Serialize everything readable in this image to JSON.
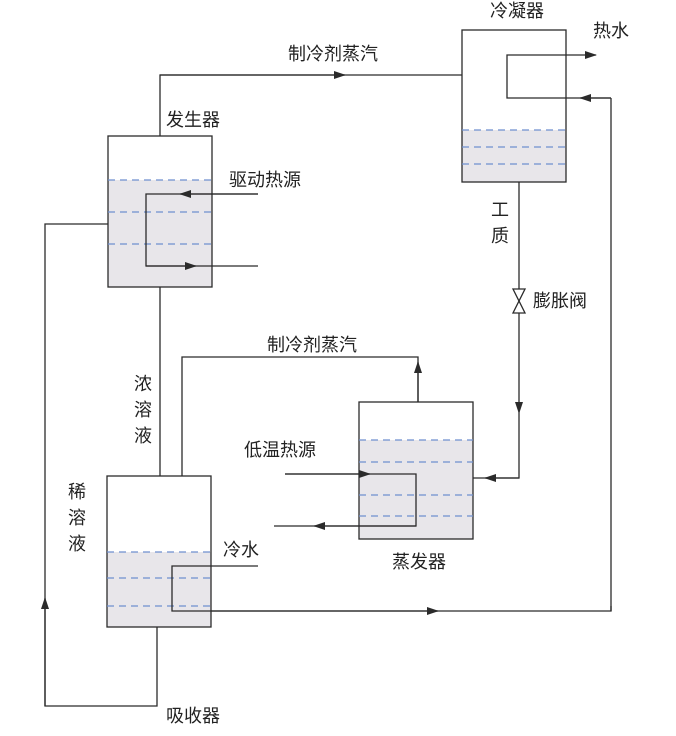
{
  "labels": {
    "condenser": "冷凝器",
    "hot_water": "热水",
    "refrigerant_vapor_top": "制冷剂蒸汽",
    "generator": "发生器",
    "drive_heat_source": "驱动热源",
    "working_fluid": "工质",
    "expansion_valve": "膨胀阀",
    "refrigerant_vapor_mid": "制冷剂蒸汽",
    "strong_solution": "浓溶液",
    "low_temp_heat_source": "低温热源",
    "dilute_solution": "稀溶液",
    "cold_water": "冷水",
    "evaporator": "蒸发器",
    "absorber": "吸收器"
  },
  "colors": {
    "line": "#2b2b2b",
    "liquid_fill": "#e8e6ea",
    "level_dash": "#6f8fcf"
  }
}
